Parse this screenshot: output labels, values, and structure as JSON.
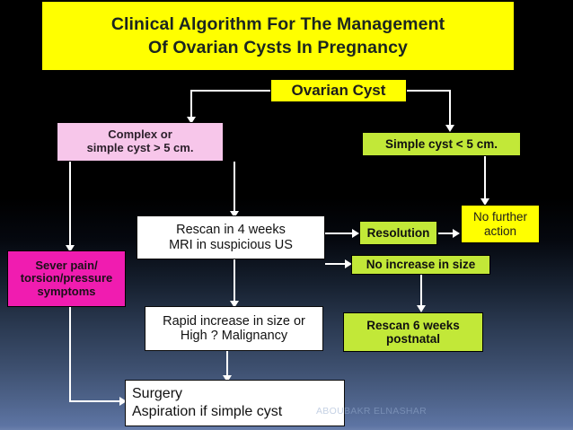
{
  "title": {
    "line1": "Clinical Algorithm For The Management",
    "line2": "Of Ovarian Cysts In Pregnancy"
  },
  "nodes": {
    "ovarian_cyst": "Ovarian Cyst",
    "complex_or_large": "Complex  or\nsimple cyst > 5 cm.",
    "simple_small": "Simple cyst < 5 cm.",
    "rescan_4_weeks": "Rescan in 4 weeks\nMRI in suspicious US",
    "resolution": "Resolution",
    "no_further_action": "No further\naction",
    "no_increase_size": "No increase in  size",
    "severe_pain": "Sever pain/\ntorsion/pressure\nsymptoms",
    "rapid_increase": "Rapid increase in size or\nHigh ? Malignancy",
    "rescan_postnatal": "Rescan 6 weeks\npostnatal",
    "surgery": "Surgery\nAspiration if simple cyst"
  },
  "watermark": "ABOUBAKR ELNASHAR",
  "colors": {
    "title_bg": "#ffff00",
    "yellow": "#ffff00",
    "green": "#c2e838",
    "pink_light": "#f7c6ea",
    "magenta": "#f01cb0",
    "white": "#ffffff",
    "connector": "#ffffff",
    "background_top": "#000000",
    "background_bottom": "#6b80ac"
  }
}
